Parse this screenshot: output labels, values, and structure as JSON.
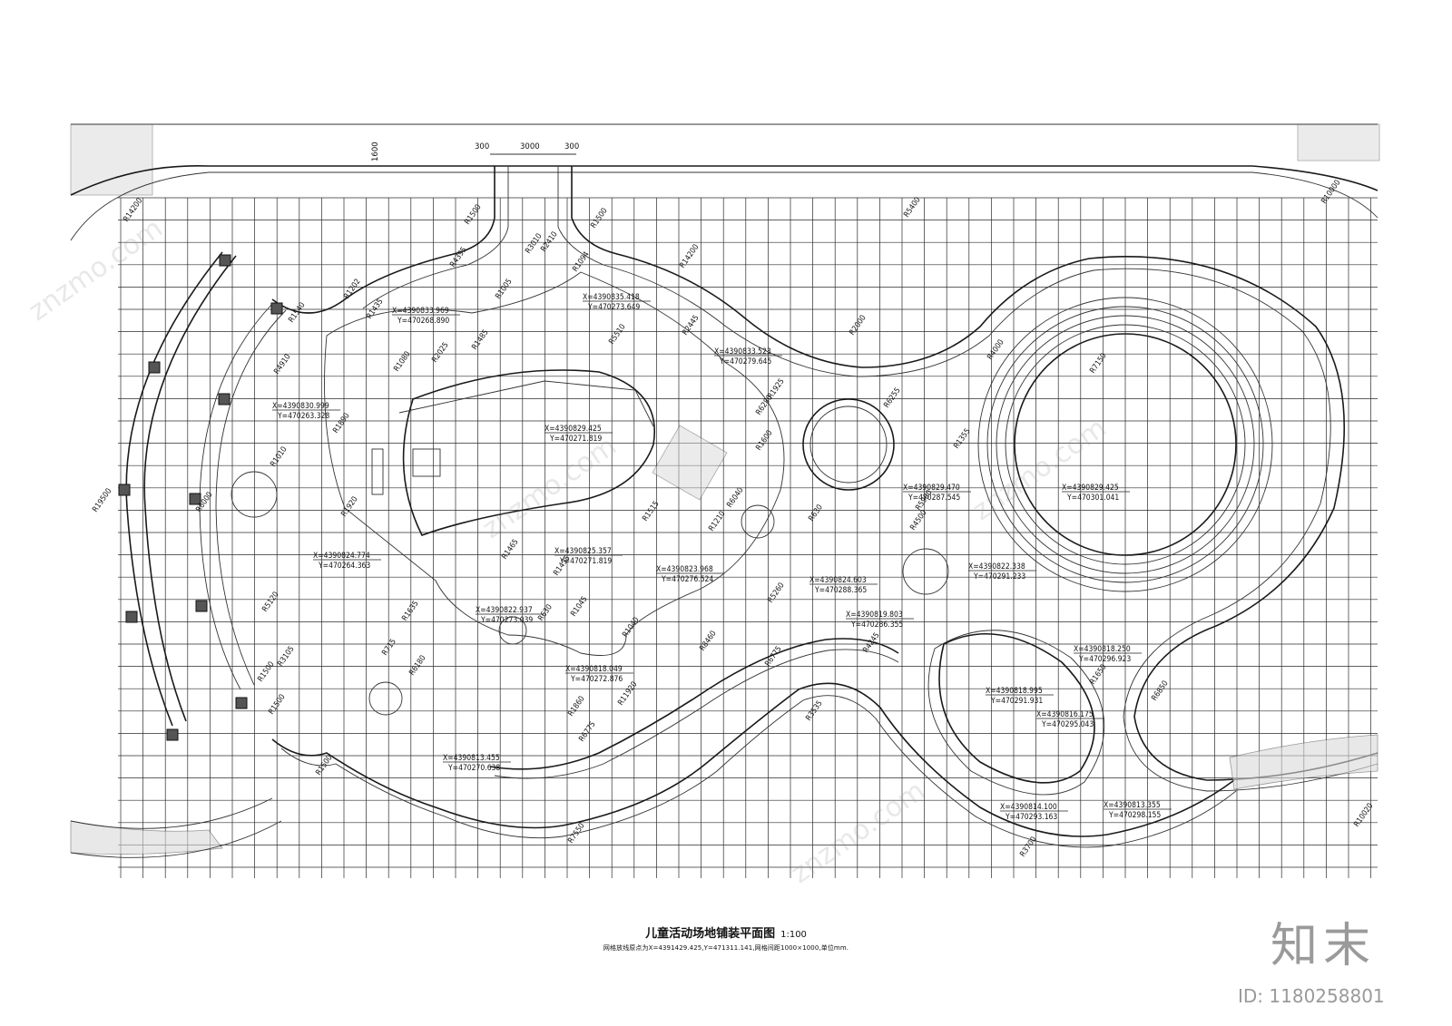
{
  "drawing": {
    "title": "儿童活动场地铺装平面图",
    "scale": "1:100",
    "note": "网格放线原点为X=4391429.425,Y=471311.141,网格间距1000×1000,单位mm."
  },
  "brand": {
    "logo_text": "知末",
    "id": "ID: 1180258801",
    "watermark": "znzmo.com"
  },
  "dimensions": {
    "top_left": "300",
    "top_mid": "3000",
    "top_right": "300",
    "vertical": "1600"
  },
  "radii": [
    "R1500",
    "R1500",
    "R4395",
    "R1202",
    "R1435",
    "R3010",
    "R2410",
    "R1094",
    "R1005",
    "R1485",
    "R2025",
    "R1080",
    "R1540",
    "R4910",
    "R1890",
    "R1010",
    "R6000",
    "R19500",
    "R1920",
    "R5120",
    "R1635",
    "R715",
    "R3105",
    "R1500",
    "R1500",
    "R6180",
    "R1860",
    "R1500",
    "R2445",
    "R5510",
    "R14200",
    "R1925",
    "R6280",
    "R1600",
    "R1515",
    "R1210",
    "R6040",
    "R630",
    "R1465",
    "R1435",
    "R630",
    "R1045",
    "R1040",
    "R8460",
    "R6775",
    "R6775",
    "R11920",
    "R5260",
    "R4245",
    "R3535",
    "R4500",
    "R5980",
    "R1355",
    "R6255",
    "R2000",
    "R4000",
    "R7150",
    "R5400",
    "R10000",
    "R1650",
    "R6850",
    "R3700",
    "R10020",
    "R7550",
    "R14200"
  ],
  "coords": [
    {
      "x": "X=4390833.969",
      "y": "Y=470268.890"
    },
    {
      "x": "X=4390835.418",
      "y": "Y=470273.649"
    },
    {
      "x": "X=4390833.523",
      "y": "Y=470279.645"
    },
    {
      "x": "X=4390830.999",
      "y": "Y=470263.328"
    },
    {
      "x": "X=4390829.425",
      "y": "Y=470271.819"
    },
    {
      "x": "X=4390829.470",
      "y": "Y=470287.545"
    },
    {
      "x": "X=4390829.425",
      "y": "Y=470301.041"
    },
    {
      "x": "X=4390825.357",
      "y": "Y=470271.819"
    },
    {
      "x": "X=4390824.774",
      "y": "Y=470264.363"
    },
    {
      "x": "X=4390823.968",
      "y": "Y=470276.524"
    },
    {
      "x": "X=4390824.603",
      "y": "Y=470288.365"
    },
    {
      "x": "X=4390822.338",
      "y": "Y=470291.233"
    },
    {
      "x": "X=4390822.937",
      "y": "Y=470273.039"
    },
    {
      "x": "X=4390819.803",
      "y": "Y=470286.355"
    },
    {
      "x": "X=4390818.049",
      "y": "Y=470272.876"
    },
    {
      "x": "X=4390818.250",
      "y": "Y=470296.923"
    },
    {
      "x": "X=4390818.995",
      "y": "Y=470291.931"
    },
    {
      "x": "X=4390816.175",
      "y": "Y=470295.043"
    },
    {
      "x": "X=4390813.455",
      "y": "Y=470270.638"
    },
    {
      "x": "X=4390814.100",
      "y": "Y=470293.163"
    },
    {
      "x": "X=4390813.355",
      "y": "Y=470298.155"
    }
  ]
}
